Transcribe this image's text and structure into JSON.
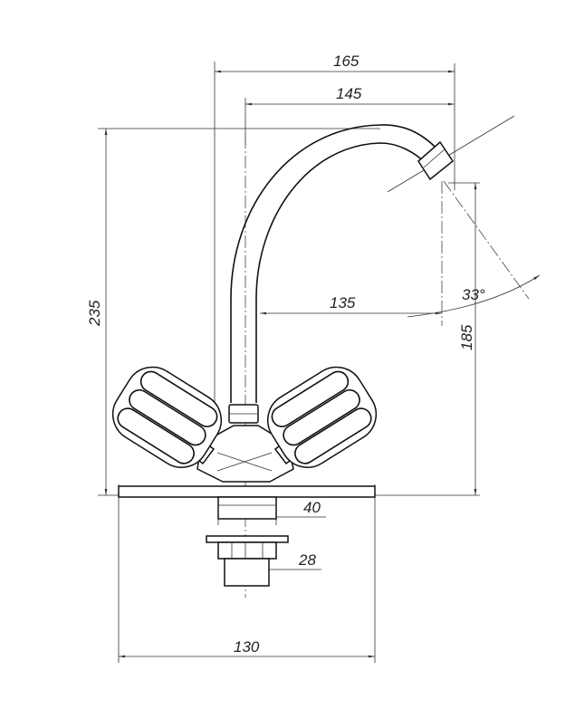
{
  "dimensions": {
    "d165": "165",
    "d145": "145",
    "d235": "235",
    "d135": "135",
    "d185": "185",
    "angle": "33°",
    "d40": "40",
    "d28": "28",
    "d130": "130"
  }
}
